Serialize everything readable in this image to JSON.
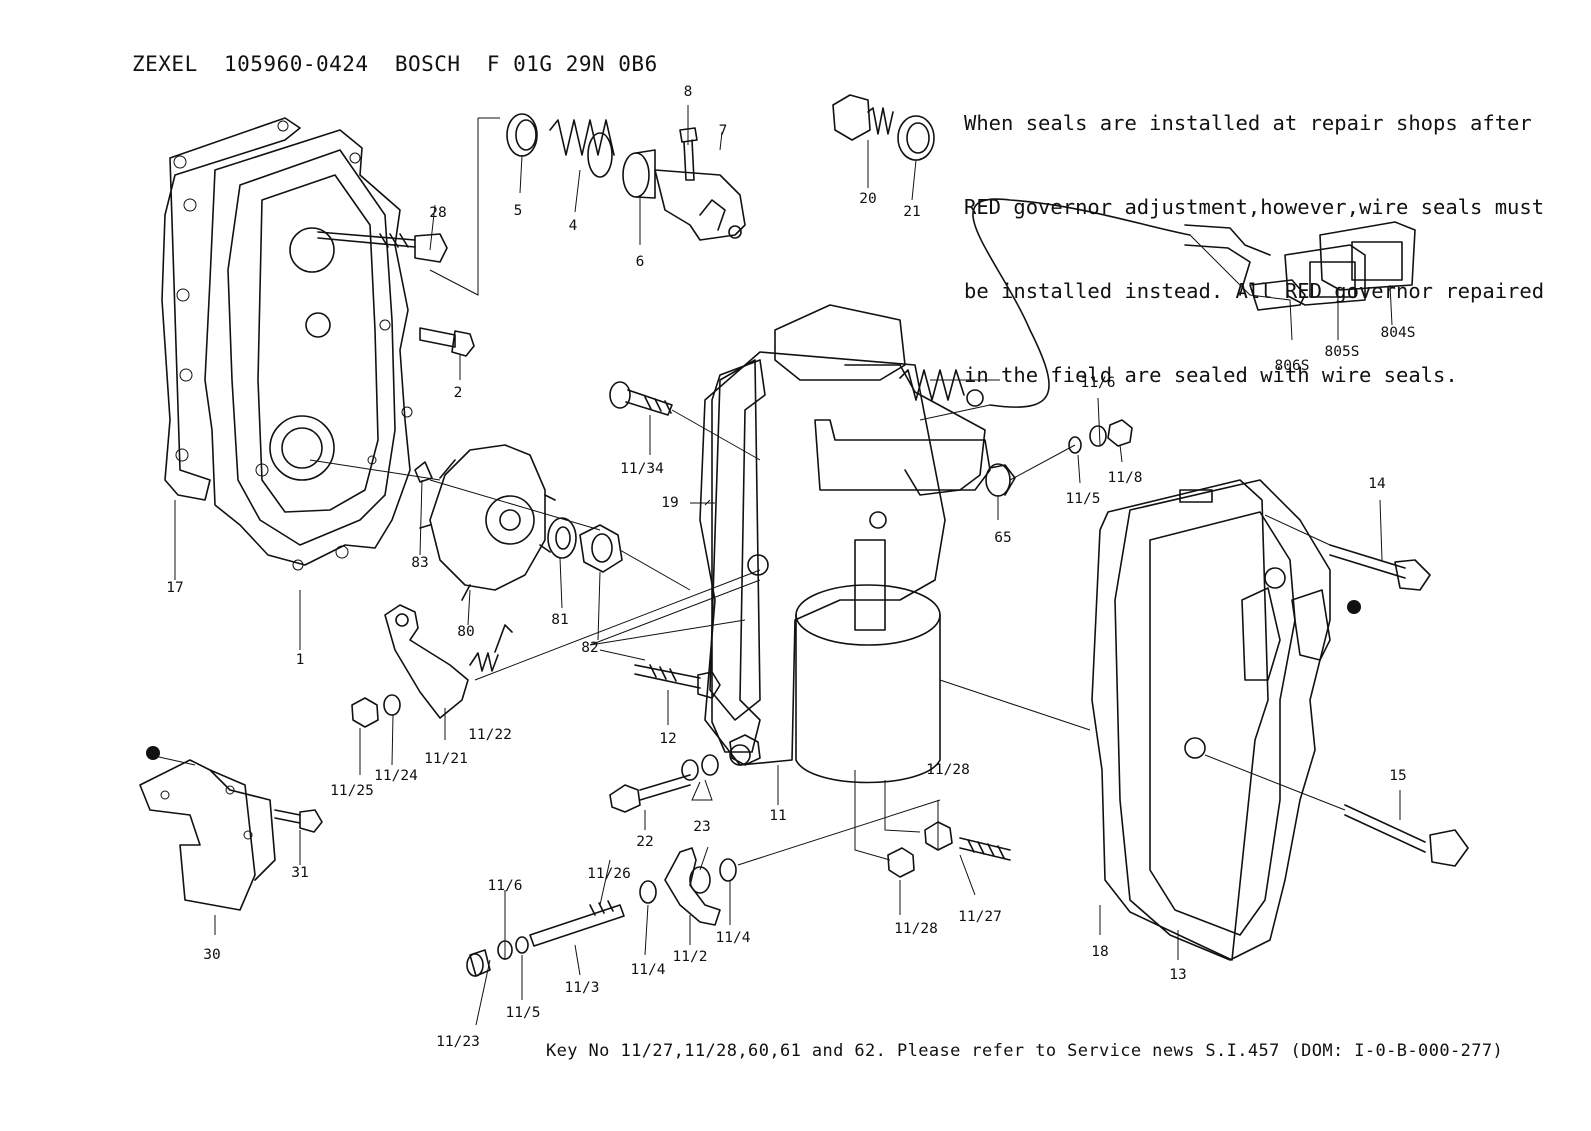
{
  "header": "ZEXEL  105960-0424  BOSCH  F 01G 29N 0B6",
  "note": [
    "When seals are installed at repair shops after",
    "RED governor adjustment,however,wire seals must",
    "be installed instead. All RED governor repaired",
    "in the field are sealed with wire seals."
  ],
  "footer": "Key No 11/27,11/28,60,61 and 62. Please refer to Service news S.I.457 (DOM: I-0-B-000-277)",
  "labels": {
    "l1": "1",
    "l2": "2",
    "l4": "4",
    "l5": "5",
    "l6": "6",
    "l7": "7",
    "l8": "8",
    "l11": "11",
    "l12": "12",
    "l13": "13",
    "l14": "14",
    "l15": "15",
    "l17": "17",
    "l18": "18",
    "l19": "19",
    "l20": "20",
    "l21": "21",
    "l22": "22",
    "l23": "23",
    "l28": "28",
    "l30": "30",
    "l31": "31",
    "l65": "65",
    "l80": "80",
    "l81": "81",
    "l82": "82",
    "l83": "83",
    "l11_2": "11/2",
    "l11_3": "11/3",
    "l11_4a": "11/4",
    "l11_4b": "11/4",
    "l11_5a": "11/5",
    "l11_5b": "11/5",
    "l11_6a": "11/6",
    "l11_6b": "11/6",
    "l11_8": "11/8",
    "l11_21": "11/21",
    "l11_22": "11/22",
    "l11_23": "11/23",
    "l11_24": "11/24",
    "l11_25": "11/25",
    "l11_26": "11/26",
    "l11_27": "11/27",
    "l11_28a": "11/28",
    "l11_28b": "11/28",
    "l11_34": "11/34",
    "l804s": "804S",
    "l805s": "805S",
    "l806s": "806S"
  }
}
